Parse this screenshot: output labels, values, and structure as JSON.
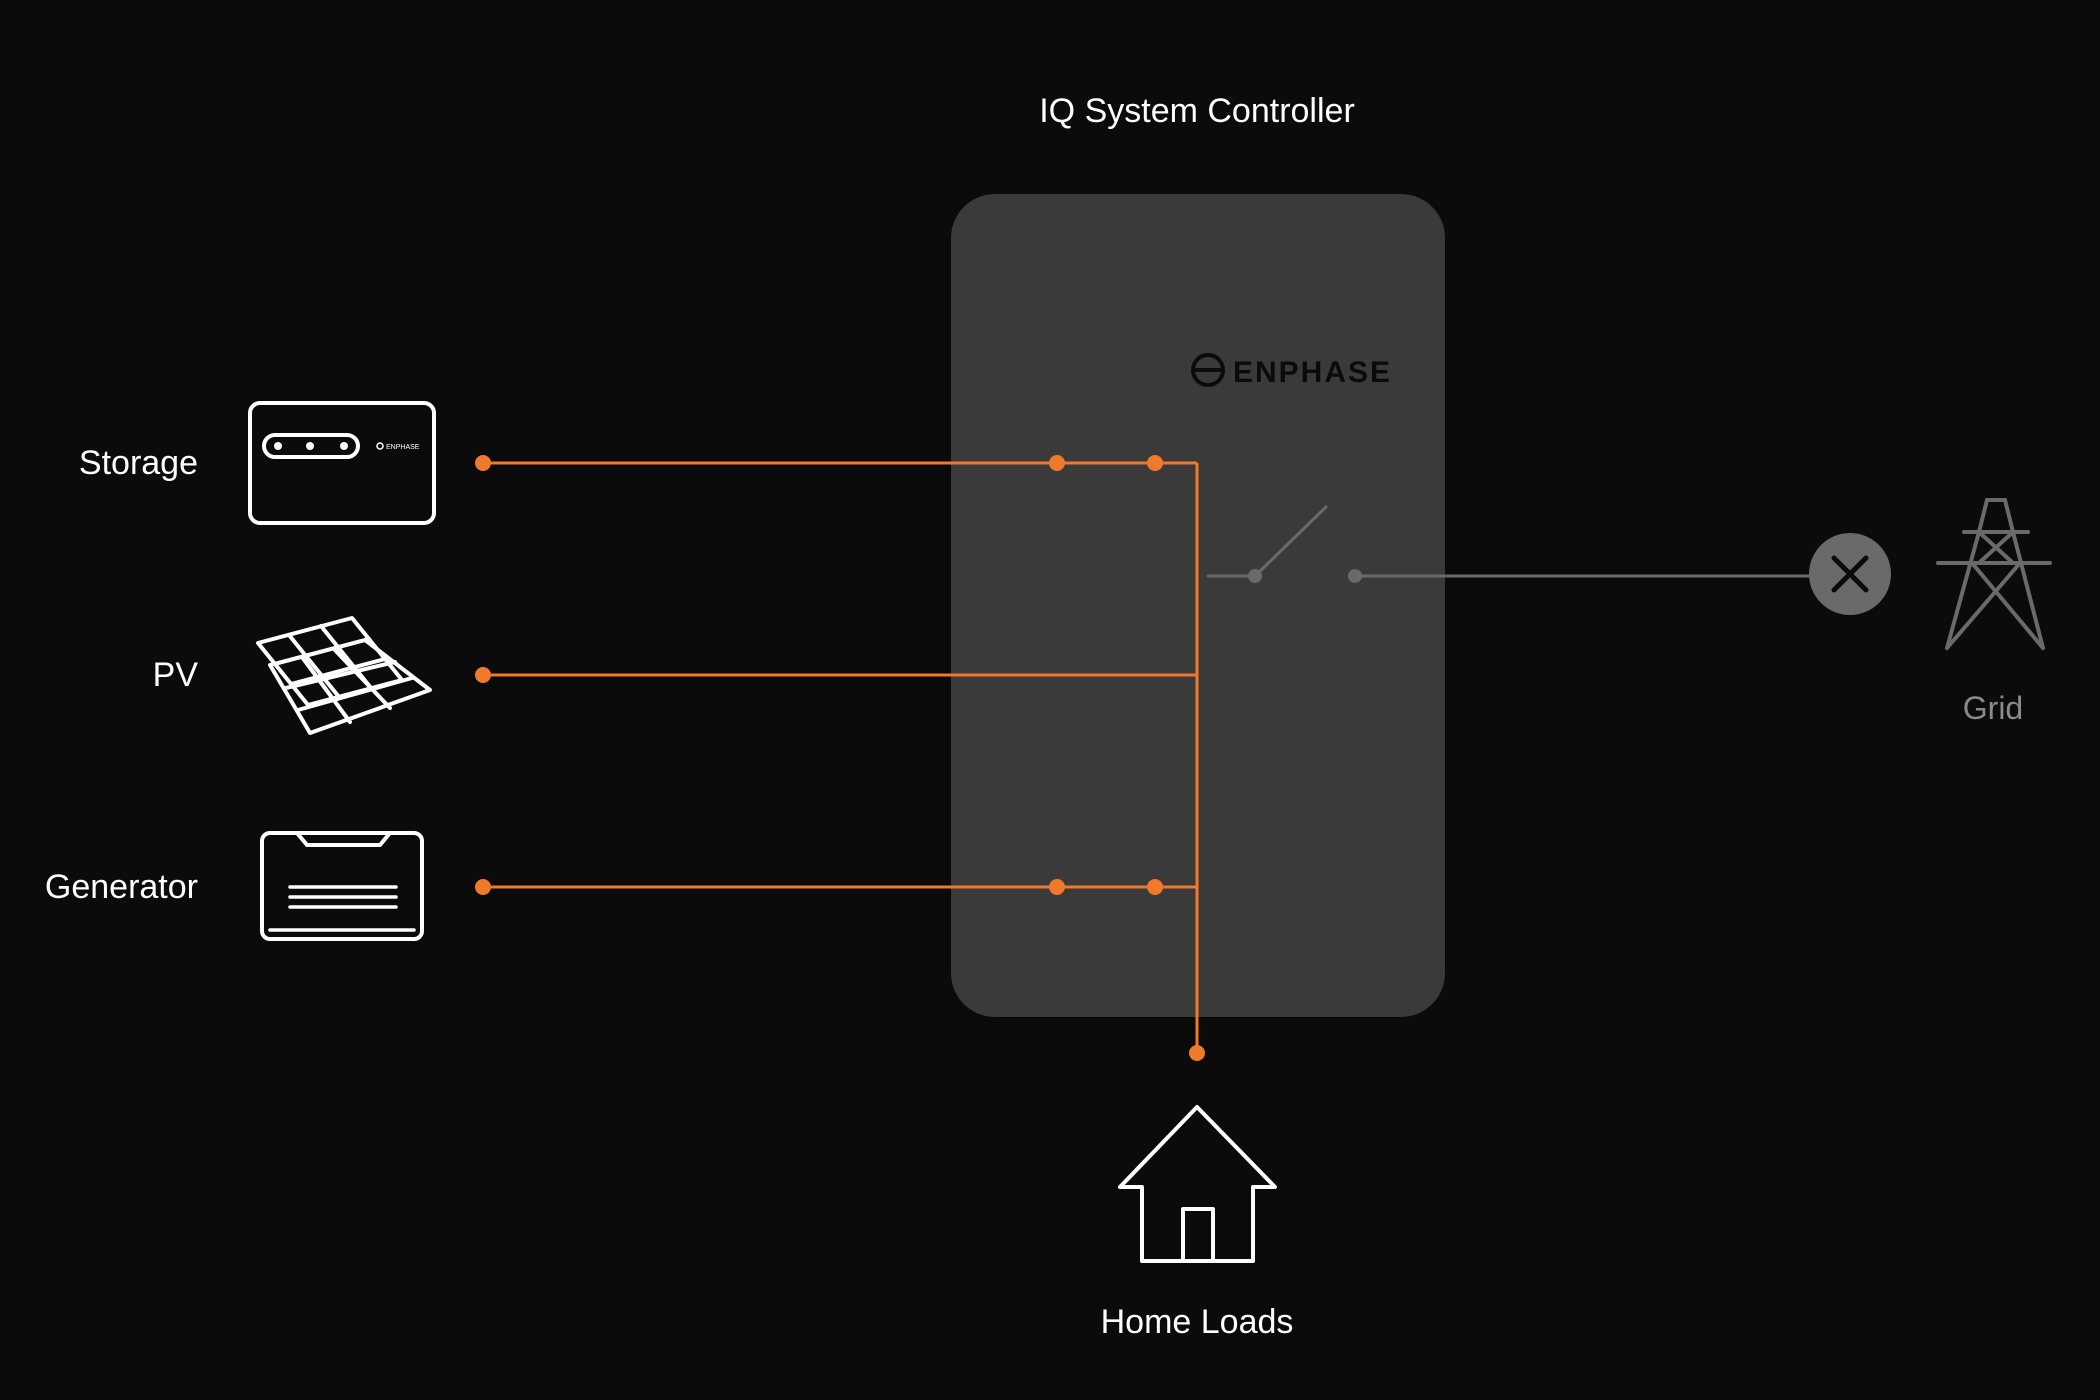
{
  "title": "IQ System Controller",
  "brand": "ENPHASE",
  "sources": [
    {
      "label": "Storage",
      "icon": "battery-storage-icon"
    },
    {
      "label": "PV",
      "icon": "solar-panel-icon"
    },
    {
      "label": "Generator",
      "icon": "generator-icon"
    }
  ],
  "grid": {
    "label": "Grid",
    "icon": "transmission-tower-icon",
    "status_icon": "disconnected-x-icon",
    "switch_state": "open"
  },
  "load": {
    "label": "Home Loads",
    "icon": "house-icon"
  },
  "colors": {
    "background": "#0b0b0b",
    "controller_box": "#3a3a3a",
    "active_wire": "#f07a2a",
    "inactive": "#6a6a6a",
    "text": "#ffffff"
  }
}
